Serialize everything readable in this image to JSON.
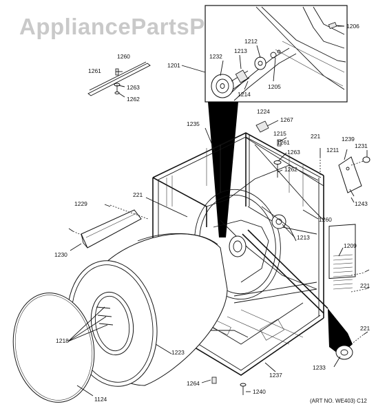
{
  "watermark": "AppliancePartsPros.com",
  "art_number": "(ART NO. WE403) C12",
  "labels": {
    "l1206": "1206",
    "l1260a": "1260",
    "l1261a": "1261",
    "l1263a": "1263",
    "l1262a": "1262",
    "l1201": "1201",
    "l1232": "1232",
    "l1213a": "1213",
    "l1212": "1212",
    "l1214": "1214",
    "l1205": "1205",
    "l1224": "1224",
    "l1267": "1267",
    "l1235": "1235",
    "l1215": "1215",
    "l221a": "221",
    "l1239": "1239",
    "l1231": "1231",
    "l1211": "1211",
    "l1261b": "1261",
    "l1263b": "1263",
    "l1262b": "1262",
    "l1243": "1243",
    "l221b": "221",
    "l1229": "1229",
    "l1260b": "1260",
    "l1213b": "1213",
    "l1230": "1230",
    "l1209": "1209",
    "l221c": "221",
    "l1218": "1218",
    "l221d": "221",
    "l1223": "1223",
    "l1237": "1237",
    "l1233": "1233",
    "l1264": "1264",
    "l1240": "1240",
    "l1124": "1124"
  }
}
